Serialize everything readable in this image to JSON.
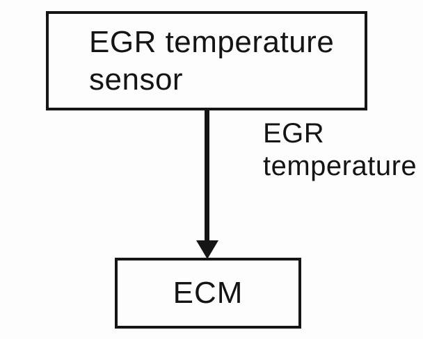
{
  "diagram": {
    "type": "flow",
    "nodes": [
      {
        "id": "egr-temperature-sensor",
        "label": "EGR temperature sensor"
      },
      {
        "id": "ecm",
        "label": "ECM"
      }
    ],
    "edges": [
      {
        "from": "egr-temperature-sensor",
        "to": "ecm",
        "label": "EGR temperature",
        "direction": "down"
      }
    ]
  },
  "top_box": {
    "line1": "EGR temperature",
    "line2": "sensor"
  },
  "arrow_label": {
    "line1": "EGR",
    "line2": "temperature"
  },
  "bottom_box": {
    "label": "ECM"
  },
  "colors": {
    "line": "#151515",
    "background": "#fdfdfd"
  }
}
